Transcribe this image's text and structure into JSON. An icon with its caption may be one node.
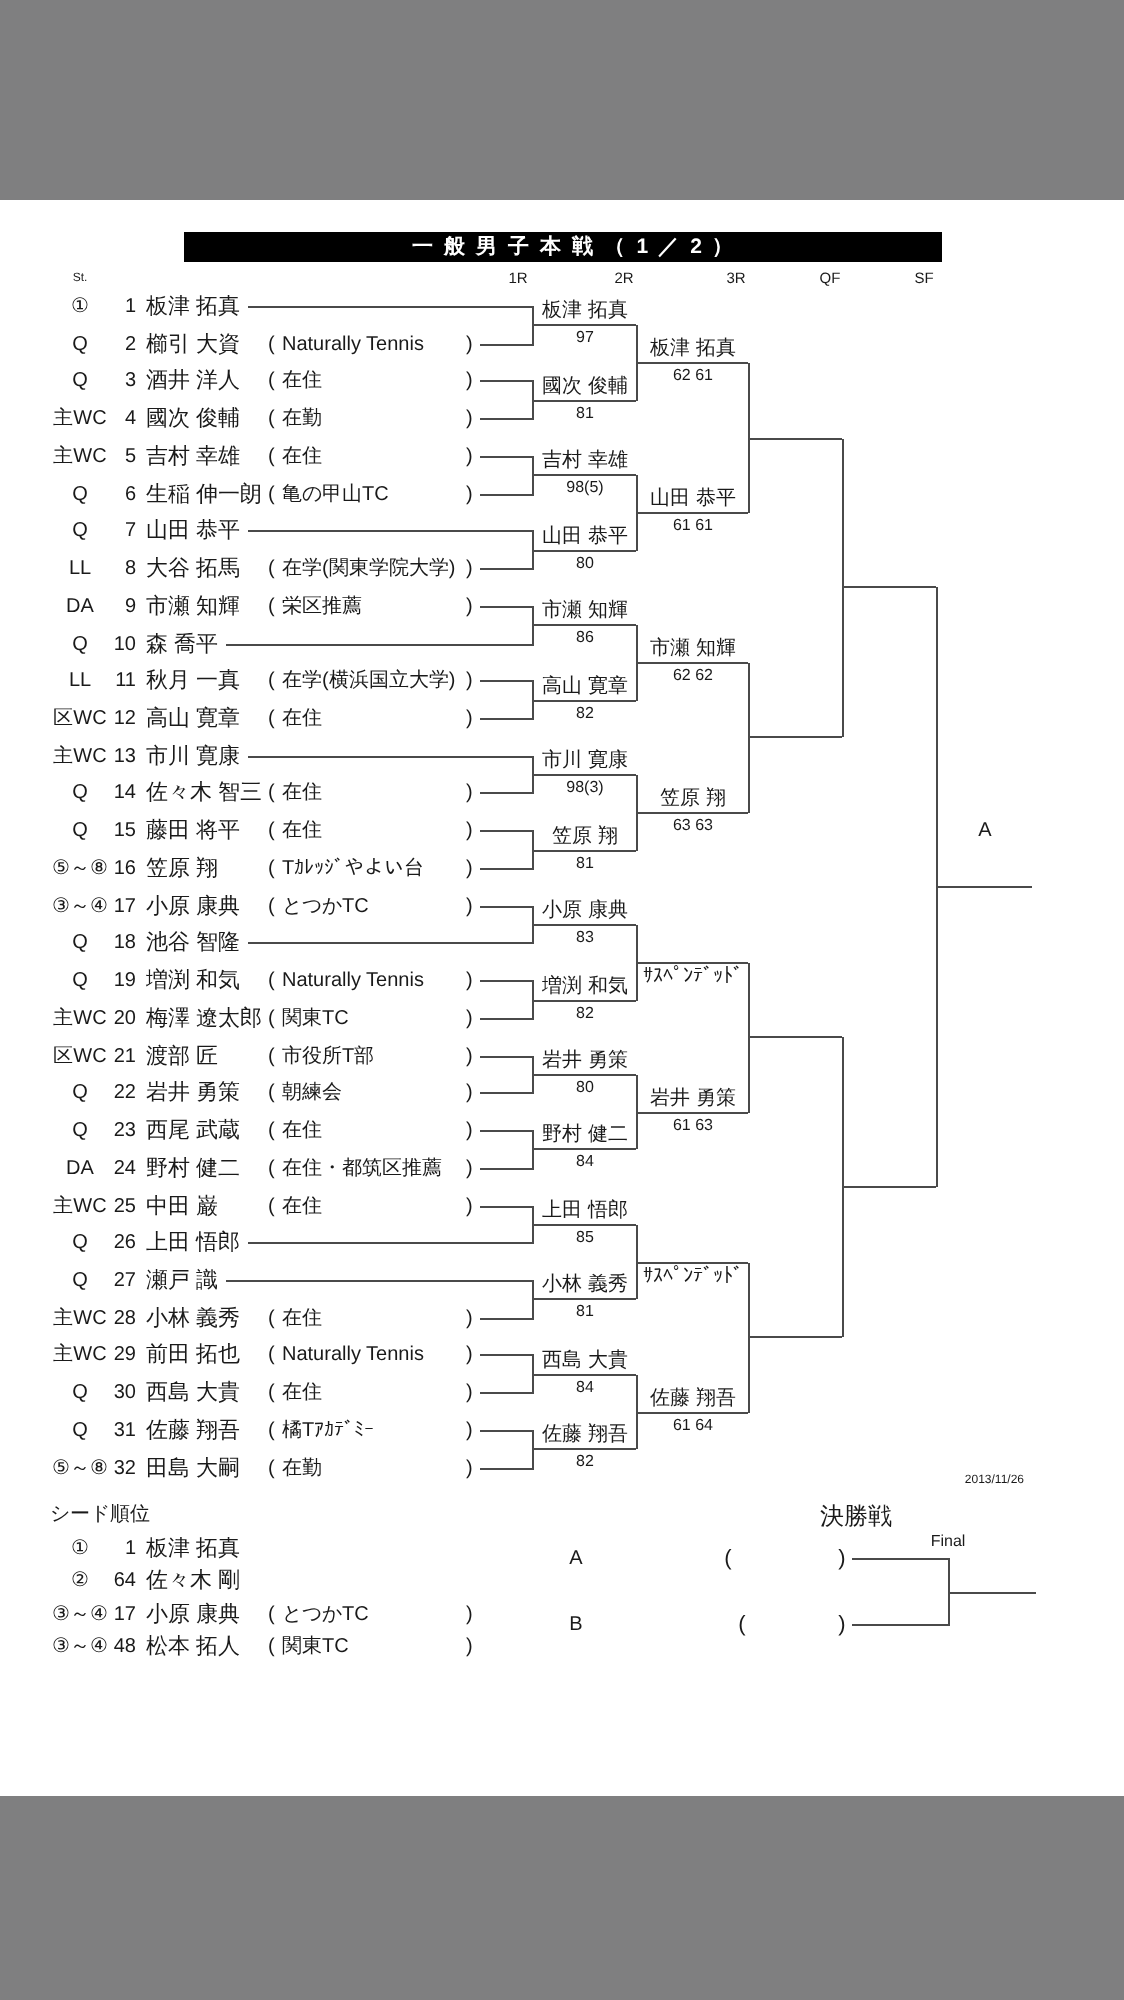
{
  "diagram": {
    "title": "一般男子本戦（1／2）",
    "nodes": [
      {
        "text": [
          "①",
          "1",
          "板津 拓真"
        ]
      },
      {
        "text": [
          "Q",
          "2",
          "櫛引 大資",
          "(",
          "Naturally Tennis",
          ")"
        ]
      },
      {
        "text": [
          "Q",
          "3",
          "酒井 洋人",
          "(",
          "在住",
          ")"
        ]
      },
      {
        "text": [
          "主WC",
          "4",
          "國次 俊輔",
          "(",
          "在勤",
          ")"
        ]
      },
      {
        "text": [
          "主WC",
          "5",
          "吉村 幸雄",
          "(",
          "在住",
          ")"
        ]
      },
      {
        "text": [
          "Q",
          "6",
          "生稲 伸一朗",
          "(",
          "亀の甲山TC",
          ")"
        ]
      },
      {
        "text": [
          "Q",
          "7",
          "山田 恭平"
        ]
      },
      {
        "text": [
          "LL",
          "8",
          "大谷 拓馬",
          "(",
          "在学(関東学院大学)",
          ")"
        ]
      },
      {
        "text": [
          "DA",
          "9",
          "市瀬 知輝",
          "(",
          "栄区推薦",
          ")"
        ]
      },
      {
        "text": [
          "Q",
          "10",
          "森 喬平"
        ]
      },
      {
        "text": [
          "LL",
          "11",
          "秋月 一真",
          "(",
          "在学(横浜国立大学)",
          ")"
        ]
      },
      {
        "text": [
          "区WC",
          "12",
          "高山 寛章",
          "(",
          "在住",
          ")"
        ]
      },
      {
        "text": [
          "主WC",
          "13",
          "市川 寛康"
        ]
      },
      {
        "text": [
          "Q",
          "14",
          "佐々木 智三",
          "(",
          "在住",
          ")"
        ]
      },
      {
        "text": [
          "Q",
          "15",
          "藤田 将平",
          "(",
          "在住",
          ")"
        ]
      },
      {
        "text": [
          "⑤～⑧",
          "16",
          "笠原 翔",
          "(",
          "Tｶﾚｯｼﾞやよい台",
          ")"
        ]
      },
      {
        "text": [
          "③～④",
          "17",
          "小原 康典",
          "(",
          "とつかTC",
          ")"
        ]
      },
      {
        "text": [
          "Q",
          "18",
          "池谷 智隆"
        ]
      },
      {
        "text": [
          "Q",
          "19",
          "増渕 和気",
          "(",
          "Naturally Tennis",
          ")"
        ]
      },
      {
        "text": [
          "主WC",
          "20",
          "梅澤 遼太郎",
          "(",
          "関東TC",
          ")"
        ]
      },
      {
        "text": [
          "区WC",
          "21",
          "渡部 匠",
          "(",
          "市役所T部",
          ")"
        ]
      },
      {
        "text": [
          "Q",
          "22",
          "岩井 勇策",
          "(",
          "朝練会",
          ")"
        ]
      },
      {
        "text": [
          "Q",
          "23",
          "西尾 武蔵",
          "(",
          "在住",
          ")"
        ]
      },
      {
        "text": [
          "DA",
          "24",
          "野村 健二",
          "(",
          "在住・都筑区推薦",
          ")"
        ]
      },
      {
        "text": [
          "主WC",
          "25",
          "中田 巌",
          "(",
          "在住",
          ")"
        ]
      },
      {
        "text": [
          "Q",
          "26",
          "上田 悟郎"
        ]
      },
      {
        "text": [
          "Q",
          "27",
          "瀬戸 識"
        ]
      },
      {
        "text": [
          "主WC",
          "28",
          "小林 義秀",
          "(",
          "在住",
          ")"
        ]
      },
      {
        "text": [
          "主WC",
          "29",
          "前田 拓也",
          "(",
          "Naturally Tennis",
          ")"
        ]
      },
      {
        "text": [
          "Q",
          "30",
          "西島 大貴",
          "(",
          "在住",
          ")"
        ]
      },
      {
        "text": [
          "Q",
          "31",
          "佐藤 翔吾",
          "(",
          "橘Tｱｶﾃﾞﾐｰ",
          ")"
        ]
      },
      {
        "text": [
          "⑤～⑧",
          "32",
          "田島 大嗣",
          "(",
          "在勤",
          ")"
        ]
      },
      {
        "text": [
          "板津 拓真",
          "97"
        ]
      },
      {
        "text": [
          "國次 俊輔",
          "81"
        ]
      },
      {
        "text": [
          "吉村 幸雄",
          "98(5)"
        ]
      },
      {
        "text": [
          "山田 恭平",
          "80"
        ]
      },
      {
        "text": [
          "市瀬 知輝",
          "86"
        ]
      },
      {
        "text": [
          "高山 寛章",
          "82"
        ]
      },
      {
        "text": [
          "市川 寛康",
          "98(3)"
        ]
      },
      {
        "text": [
          "笠原 翔",
          "81"
        ]
      },
      {
        "text": [
          "小原 康典",
          "83"
        ]
      },
      {
        "text": [
          "増渕 和気",
          "82"
        ]
      },
      {
        "text": [
          "岩井 勇策",
          "80"
        ]
      },
      {
        "text": [
          "野村 健二",
          "84"
        ]
      },
      {
        "text": [
          "上田 悟郎",
          "85"
        ]
      },
      {
        "text": [
          "小林 義秀",
          "81"
        ]
      },
      {
        "text": [
          "西島 大貴",
          "84"
        ]
      },
      {
        "text": [
          "佐藤 翔吾",
          "82"
        ]
      },
      {
        "text": [
          "板津 拓真",
          "62 61"
        ]
      },
      {
        "text": [
          "山田 恭平",
          "61 61"
        ]
      },
      {
        "text": [
          "市瀬 知輝",
          "62 62"
        ]
      },
      {
        "text": [
          "笠原 翔",
          "63 63"
        ]
      },
      {
        "text": [
          "ｻｽﾍﾟﾝﾃﾞｯﾄﾞ"
        ]
      },
      {
        "text": [
          "岩井 勇策",
          "61 63"
        ]
      },
      {
        "text": [
          "ｻｽﾍﾟﾝﾃﾞｯﾄﾞ"
        ]
      },
      {
        "text": [
          "佐藤 翔吾",
          "61 64"
        ]
      },
      {
        "text": [],
        "shape": "line"
      },
      {
        "text": [],
        "shape": "line"
      },
      {
        "text": [],
        "shape": "line"
      },
      {
        "text": [],
        "shape": "line"
      },
      {
        "text": [],
        "shape": "line"
      },
      {
        "text": [],
        "shape": "line"
      },
      {
        "text": [
          "A"
        ]
      },
      {
        "text": [
          "A",
          "(",
          ")"
        ]
      },
      {
        "text": [
          "B",
          "(",
          ")"
        ]
      }
    ],
    "edges": [
      {
        "from": 0,
        "to": 32,
        "arrow": "none"
      },
      {
        "from": 1,
        "to": 32,
        "arrow": "none"
      },
      {
        "from": 2,
        "to": 33,
        "arrow": "none"
      },
      {
        "from": 3,
        "to": 33,
        "arrow": "none"
      },
      {
        "from": 4,
        "to": 34,
        "arrow": "none"
      },
      {
        "from": 5,
        "to": 34,
        "arrow": "none"
      },
      {
        "from": 6,
        "to": 35,
        "arrow": "none"
      },
      {
        "from": 7,
        "to": 35,
        "arrow": "none"
      },
      {
        "from": 8,
        "to": 36,
        "arrow": "none"
      },
      {
        "from": 9,
        "to": 36,
        "arrow": "none"
      },
      {
        "from": 10,
        "to": 37,
        "arrow": "none"
      },
      {
        "from": 11,
        "to": 37,
        "arrow": "none"
      },
      {
        "from": 12,
        "to": 38,
        "arrow": "none"
      },
      {
        "from": 13,
        "to": 38,
        "arrow": "none"
      },
      {
        "from": 14,
        "to": 39,
        "arrow": "none"
      },
      {
        "from": 15,
        "to": 39,
        "arrow": "none"
      },
      {
        "from": 16,
        "to": 40,
        "arrow": "none"
      },
      {
        "from": 17,
        "to": 40,
        "arrow": "none"
      },
      {
        "from": 18,
        "to": 41,
        "arrow": "none"
      },
      {
        "from": 19,
        "to": 41,
        "arrow": "none"
      },
      {
        "from": 20,
        "to": 42,
        "arrow": "none"
      },
      {
        "from": 21,
        "to": 42,
        "arrow": "none"
      },
      {
        "from": 22,
        "to": 43,
        "arrow": "none"
      },
      {
        "from": 23,
        "to": 43,
        "arrow": "none"
      },
      {
        "from": 24,
        "to": 44,
        "arrow": "none"
      },
      {
        "from": 25,
        "to": 44,
        "arrow": "none"
      },
      {
        "from": 26,
        "to": 45,
        "arrow": "none"
      },
      {
        "from": 27,
        "to": 45,
        "arrow": "none"
      },
      {
        "from": 28,
        "to": 46,
        "arrow": "none"
      },
      {
        "from": 29,
        "to": 46,
        "arrow": "none"
      },
      {
        "from": 30,
        "to": 47,
        "arrow": "none"
      },
      {
        "from": 31,
        "to": 47,
        "arrow": "none"
      },
      {
        "from": 32,
        "to": 48,
        "arrow": "none"
      },
      {
        "from": 33,
        "to": 48,
        "arrow": "none"
      },
      {
        "from": 34,
        "to": 49,
        "arrow": "none"
      },
      {
        "from": 35,
        "to": 49,
        "arrow": "none"
      },
      {
        "from": 36,
        "to": 50,
        "arrow": "none"
      },
      {
        "from": 37,
        "to": 50,
        "arrow": "none"
      },
      {
        "from": 38,
        "to": 51,
        "arrow": "none"
      },
      {
        "from": 39,
        "to": 51,
        "arrow": "none"
      },
      {
        "from": 40,
        "to": 52,
        "arrow": "none"
      },
      {
        "from": 41,
        "to": 52,
        "arrow": "none"
      },
      {
        "from": 42,
        "to": 53,
        "arrow": "none"
      },
      {
        "from": 43,
        "to": 53,
        "arrow": "none"
      },
      {
        "from": 44,
        "to": 54,
        "arrow": "none"
      },
      {
        "from": 45,
        "to": 54,
        "arrow": "none"
      },
      {
        "from": 46,
        "to": 55,
        "arrow": "none"
      },
      {
        "from": 47,
        "to": 55,
        "arrow": "none"
      },
      {
        "from": 48,
        "to": 56,
        "arrow": "none"
      },
      {
        "from": 49,
        "to": 56,
        "arrow": "none"
      },
      {
        "from": 50,
        "to": 57,
        "arrow": "none"
      },
      {
        "from": 51,
        "to": 57,
        "arrow": "none"
      },
      {
        "from": 52,
        "to": 58,
        "arrow": "none"
      },
      {
        "from": 53,
        "to": 58,
        "arrow": "none"
      },
      {
        "from": 54,
        "to": 59,
        "arrow": "none"
      },
      {
        "from": 55,
        "to": 59,
        "arrow": "none"
      },
      {
        "from": 56,
        "to": 60,
        "arrow": "none"
      },
      {
        "from": 57,
        "to": 60,
        "arrow": "none"
      },
      {
        "from": 58,
        "to": 61,
        "arrow": "none"
      },
      {
        "from": 59,
        "to": 61,
        "arrow": "none"
      },
      {
        "from": 60,
        "to": 62,
        "arrow": "none"
      },
      {
        "from": 61,
        "to": 62,
        "arrow": "none"
      },
      {
        "from": 63,
        "to": null,
        "arrow": "none"
      },
      {
        "from": 64,
        "to": null,
        "arrow": "none"
      }
    ],
    "labels": [
      "St.",
      "1R",
      "2R",
      "3R",
      "QF",
      "SF",
      "2013/11/26",
      "シード順位",
      "決勝戦",
      "①",
      "1",
      "板津 拓真",
      "Final",
      "②",
      "64",
      "佐々木 剛",
      "③～④",
      "17",
      "小原 康典",
      "(",
      "とつかTC",
      ")",
      "③～④",
      "48",
      "松本 拓人",
      "(",
      "関東TC",
      ")"
    ]
  }
}
